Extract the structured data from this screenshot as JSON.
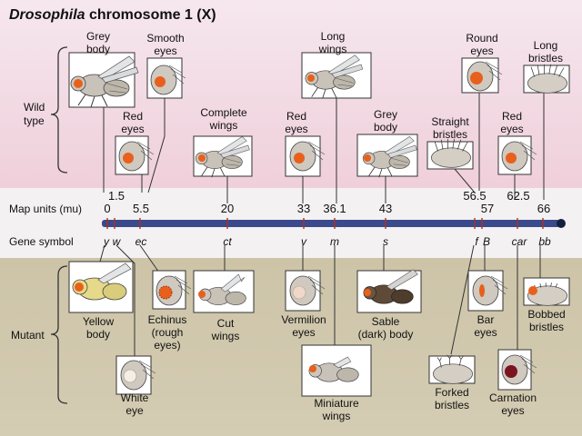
{
  "title": {
    "italic": "Drosophila",
    "rest": " chromosome 1 (X)"
  },
  "row_labels": {
    "wild": "Wild type",
    "mutant": "Mutant",
    "map_units": "Map units (mu)",
    "gene_symbol": "Gene symbol"
  },
  "map_positions": [
    "0",
    "1.5",
    "5.5",
    "20",
    "33",
    "36.1",
    "43",
    "56.5",
    "57",
    "62.5",
    "66"
  ],
  "gene_symbols": [
    "y",
    "w",
    "ec",
    "ct",
    "v",
    "m",
    "s",
    "f",
    "B",
    "car",
    "bb"
  ],
  "wild_labels": {
    "grey_body_1": [
      "Grey",
      "body"
    ],
    "smooth_eyes": [
      "Smooth",
      "eyes"
    ],
    "red_eyes_1": [
      "Red",
      "eyes"
    ],
    "complete_wings": [
      "Complete",
      "wings"
    ],
    "red_eyes_2": [
      "Red",
      "eyes"
    ],
    "long_wings": [
      "Long",
      "wings"
    ],
    "grey_body_2": [
      "Grey",
      "body"
    ],
    "straight_bristles": [
      "Straight",
      "bristles"
    ],
    "round_eyes": [
      "Round",
      "eyes"
    ],
    "red_eyes_3": [
      "Red",
      "eyes"
    ],
    "long_bristles": [
      "Long",
      "bristles"
    ]
  },
  "mutant_labels": {
    "yellow_body": [
      "Yellow",
      "body"
    ],
    "white_eye": [
      "White",
      "eye"
    ],
    "echinus": [
      "Echinus",
      "(rough",
      "eyes)"
    ],
    "cut_wings": [
      "Cut",
      "wings"
    ],
    "vermilion_eyes": [
      "Vermilion",
      "eyes"
    ],
    "miniature_wings": [
      "Miniature",
      "wings"
    ],
    "sable_body": [
      "Sable",
      "(dark) body"
    ],
    "forked_bristles": [
      "Forked",
      "bristles"
    ],
    "bar_eyes": [
      "Bar",
      "eyes"
    ],
    "carnation_eyes": [
      "Carnation",
      "eyes"
    ],
    "bobbed_bristles": [
      "Bobbed",
      "bristles"
    ]
  },
  "colors": {
    "chromosome": "#3a4a8c",
    "wild_band": "#efcfda",
    "mutant_band": "#cfc6ab",
    "red_eye": "#e8601c",
    "vermilion_eye": "#f0d8c8",
    "white_eye": "#f4eee4",
    "carnation_eye": "#7a1420"
  }
}
